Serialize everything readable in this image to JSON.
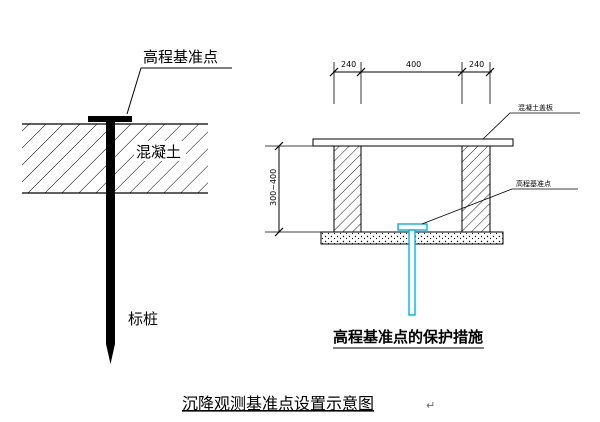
{
  "left": {
    "benchmark_label": "高程基准点",
    "concrete_label": "混凝土",
    "pile_label": "标桩"
  },
  "right": {
    "dims": [
      "240",
      "400",
      "240"
    ],
    "height_dim": "300~400",
    "slab_label": "混凝土盖板",
    "benchmark_label": "高程基准点",
    "title": "高程基准点的保护措施"
  },
  "caption": "沉降观测基准点设置示意图",
  "colors": {
    "line": "#000000",
    "cyan_marker": "#00b4e6",
    "hatch_fill": "#ffffff"
  }
}
